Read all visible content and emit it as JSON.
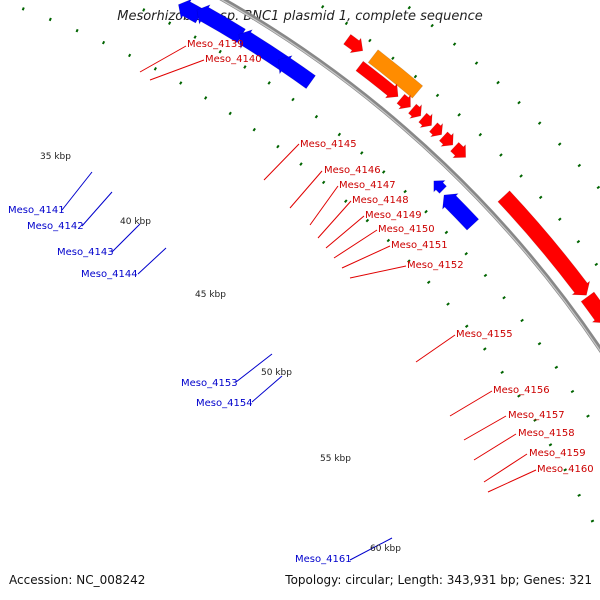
{
  "title": "Mesorhizobium sp. BNC1 plasmid 1, complete sequence",
  "accession": "Accession: NC_008242",
  "summary": "Topology: circular; Length: 343,931 bp; Genes: 321",
  "colors": {
    "forward": "#ff0000",
    "reverse": "#0000ff",
    "backbone": "#888888",
    "tick": "#006400",
    "pink": "#ff1fb4",
    "purple": "#4b3ca0",
    "orange": "#ff8c00",
    "khaki": "#d8d68a",
    "gray": "#707070",
    "lime": "#9cff5a"
  },
  "scale_labels": [
    "35 kbp",
    "40 kbp",
    "45 kbp",
    "50 kbp",
    "55 kbp",
    "60 kbp"
  ],
  "labels_forward": [
    "Meso_4139",
    "Meso_4140",
    "Meso_4145",
    "Meso_4146",
    "Meso_4147",
    "Meso_4148",
    "Meso_4149",
    "Meso_4150",
    "Meso_4151",
    "Meso_4152",
    "Meso_4155",
    "Meso_4156",
    "Meso_4157",
    "Meso_4158",
    "Meso_4159",
    "Meso_4160"
  ],
  "labels_reverse": [
    "Meso_4141",
    "Meso_4142",
    "Meso_4143",
    "Meso_4144",
    "Meso_4153",
    "Meso_4154",
    "Meso_4161"
  ]
}
